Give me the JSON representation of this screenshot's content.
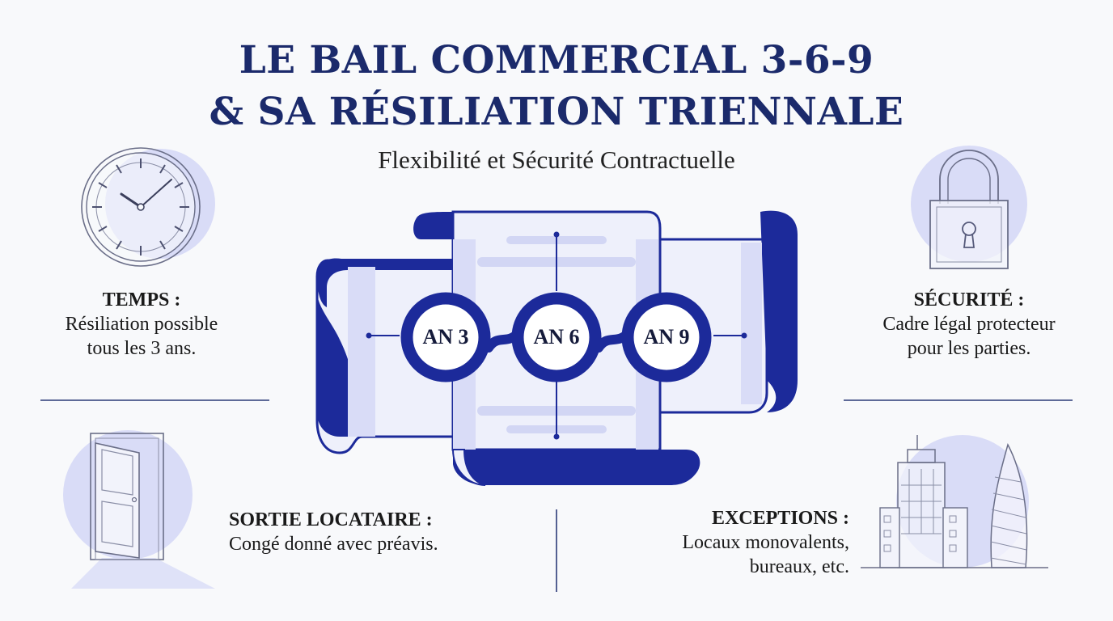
{
  "title_line1": "LE BAIL COMMERCIAL 3-6-9",
  "title_line2": "& SA RÉSILIATION TRIENNALE",
  "subtitle": "Flexibilité et Sécurité Contractuelle",
  "milestones": [
    {
      "label": "AN 3"
    },
    {
      "label": "AN 6"
    },
    {
      "label": "AN 9"
    }
  ],
  "temps": {
    "heading": "TEMPS :",
    "line1": "Résiliation possible",
    "line2": "tous les 3 ans."
  },
  "securite": {
    "heading": "SÉCURITÉ :",
    "line1": "Cadre légal protecteur",
    "line2": "pour les parties."
  },
  "sortie": {
    "heading": "SORTIE LOCATAIRE :",
    "line1": "Congé donné avec préavis."
  },
  "exceptions": {
    "heading": "EXCEPTIONS :",
    "line1": "Locaux monovalents,",
    "line2": "bureaux, etc."
  },
  "colors": {
    "navy": "#1b2a6b",
    "blue": "#1c2a9a",
    "lavender": "#d9dcf7",
    "line": "#2a3a78"
  }
}
